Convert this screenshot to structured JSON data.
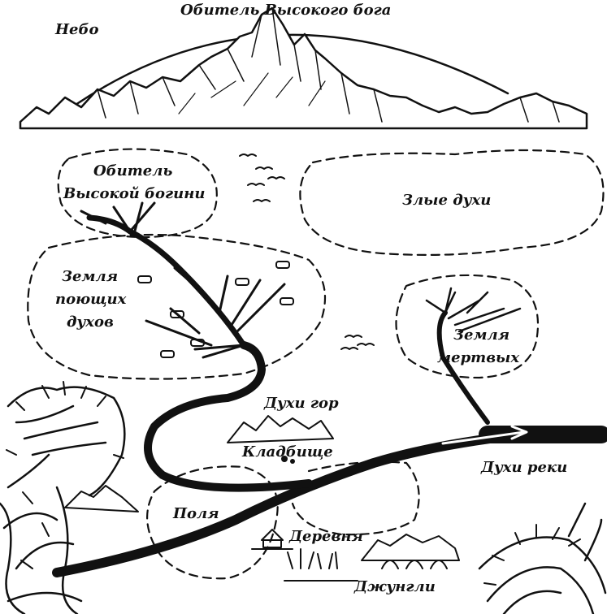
{
  "labels": {
    "sky": "Небо",
    "high_god": "Обитель Высокого бога",
    "high_goddess_1": "Обитель",
    "high_goddess_2": "Высокой богини",
    "evil_spirits": "Злые духи",
    "singing_spirits_1": "Земля",
    "singing_spirits_2": "поющих",
    "singing_spirits_3": "духов",
    "dead_land_1": "Земля",
    "dead_land_2": "мертвых",
    "mountain_spirits": "Духи гор",
    "cemetery": "Кладбище",
    "river_spirits": "Духи реки",
    "fields": "Поля",
    "village": "Деревня",
    "jungle": "Джунгли"
  },
  "colors": {
    "ink": "#111111",
    "paper": "#ffffff"
  }
}
